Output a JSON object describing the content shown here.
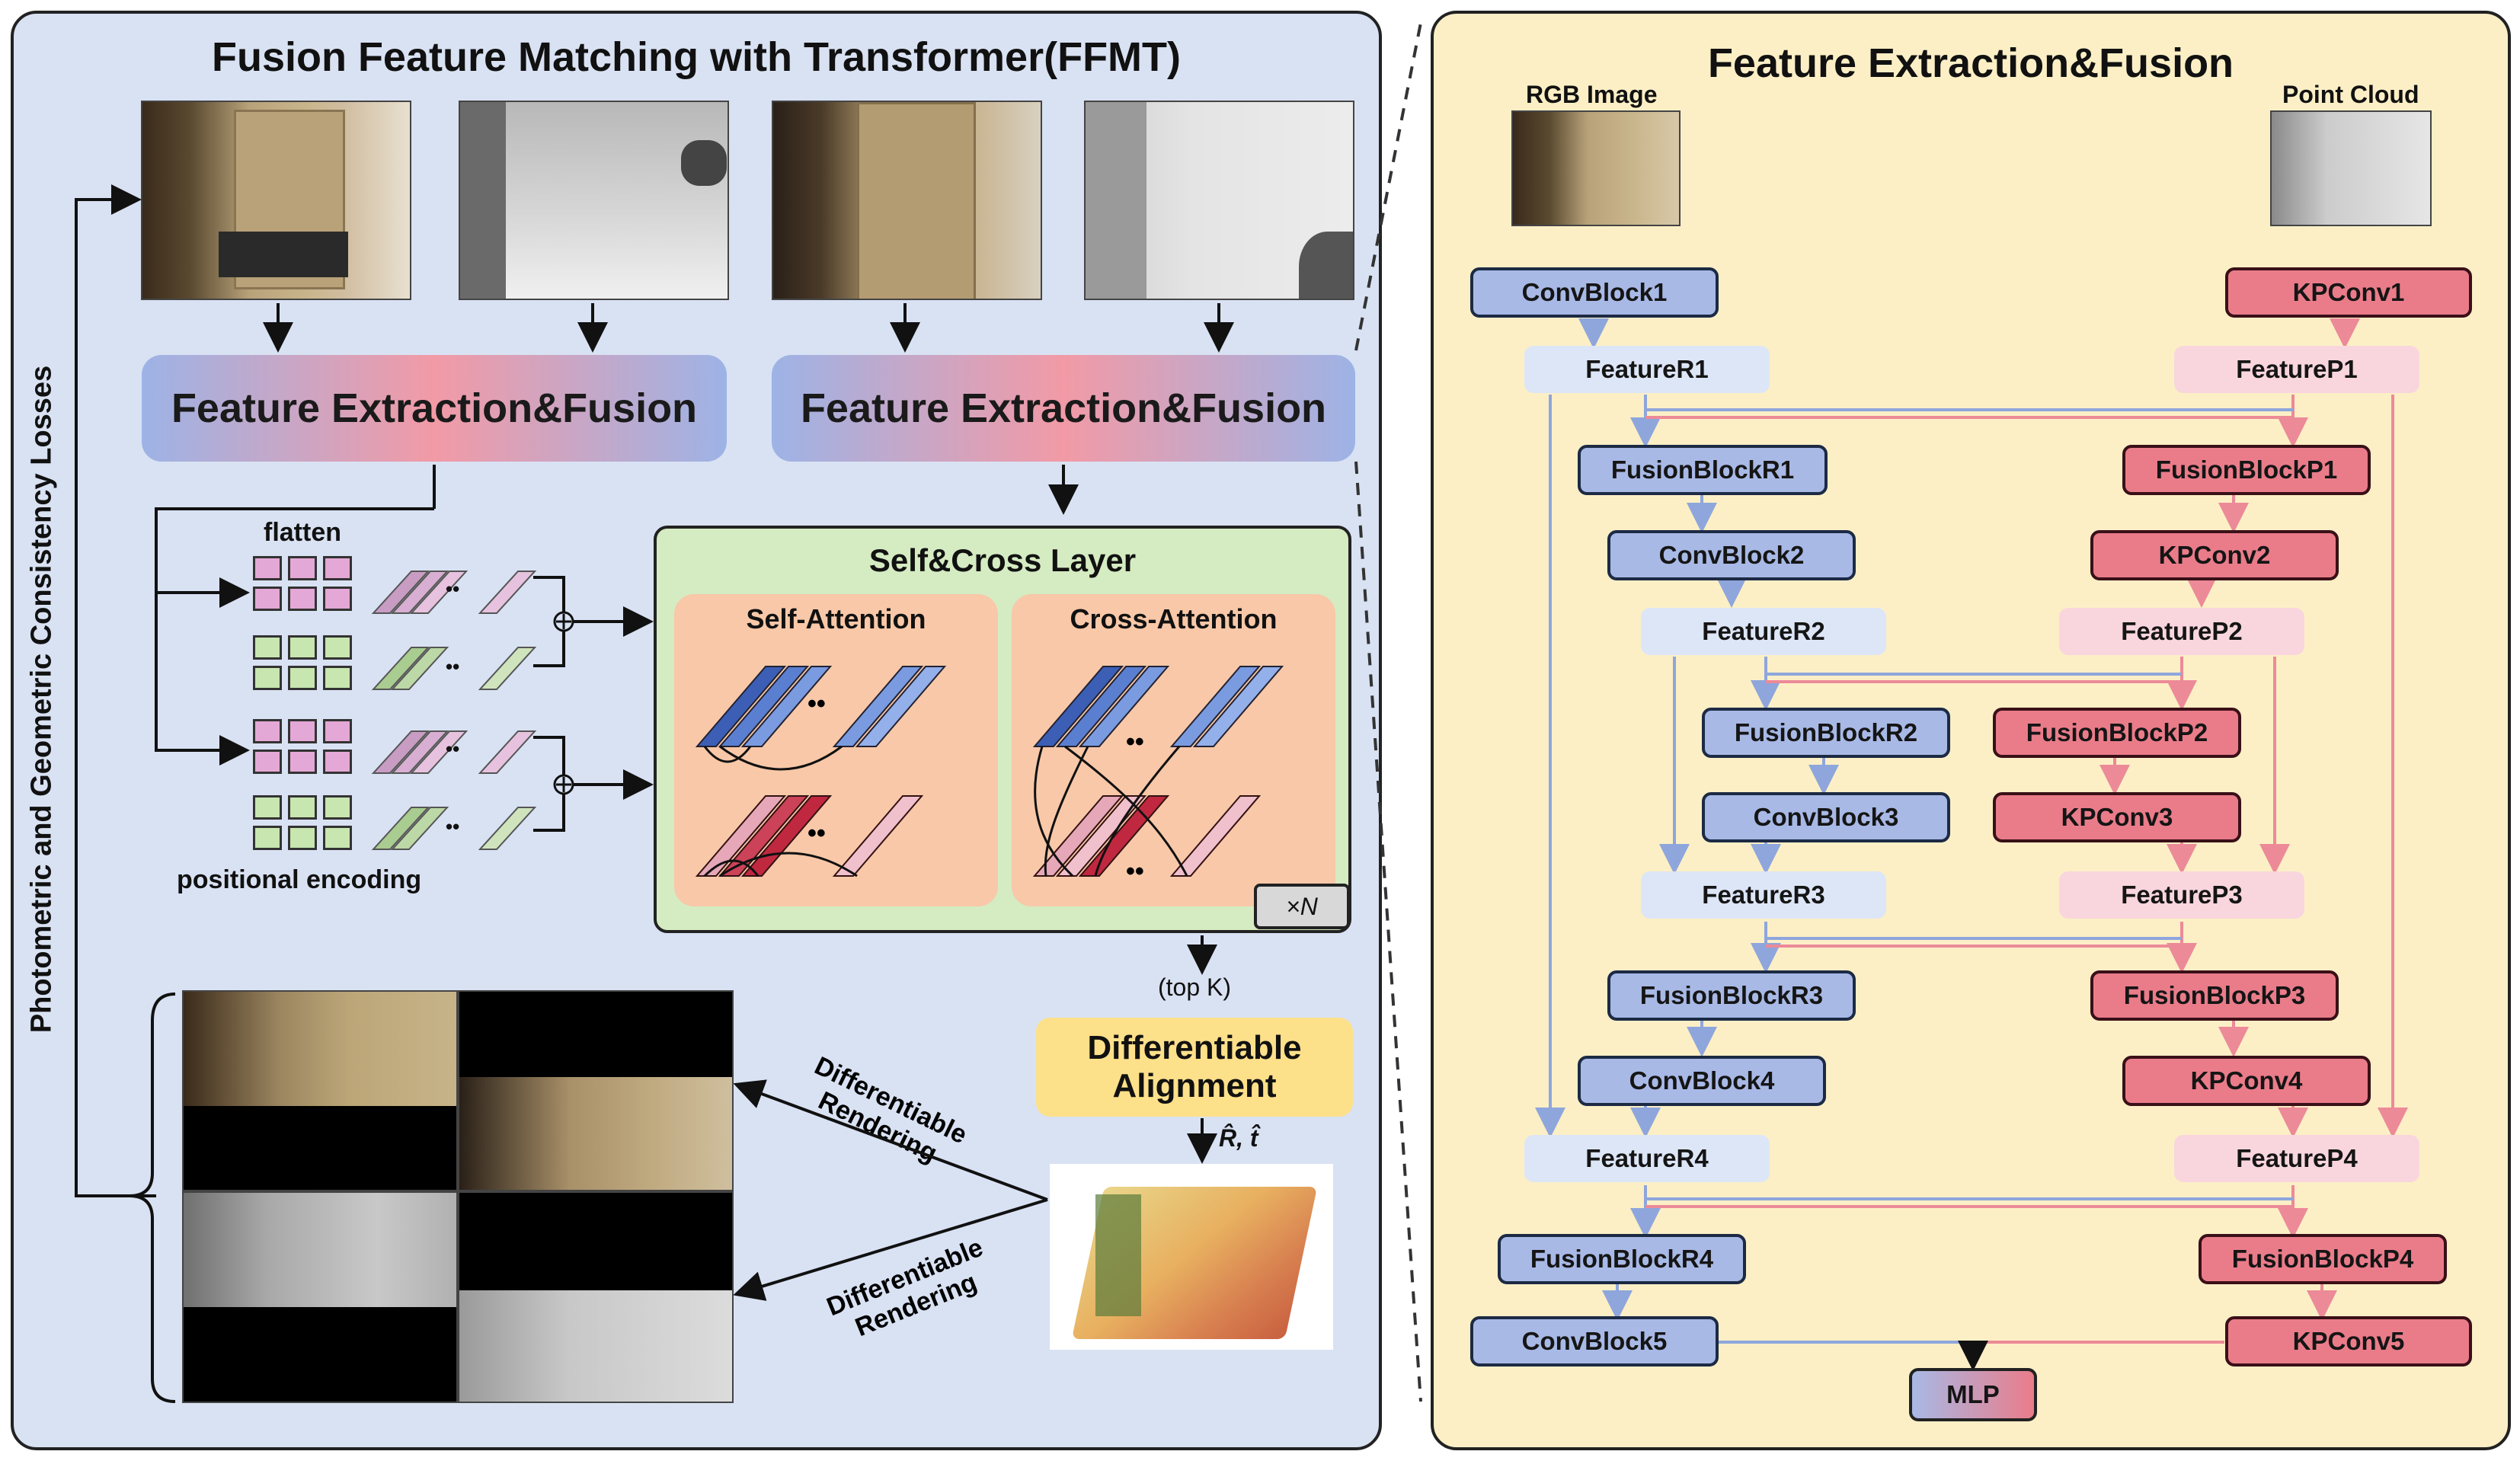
{
  "left_panel": {
    "title": "Fusion Feature Matching with Transformer(FFMT)",
    "side_label": "Photometric and Geometric Consistency Losses",
    "feature_box_1": "Feature Extraction&Fusion",
    "feature_box_2": "Feature Extraction&Fusion",
    "flatten_label": "flatten",
    "positional_label": "positional encoding",
    "ellipsis": "••",
    "self_cross": {
      "title": "Self&Cross Layer",
      "self_attention": "Self-Attention",
      "cross_attention": "Cross-Attention",
      "repeat": "×N"
    },
    "top_k": "(top K)",
    "alignment": {
      "line1": "Differentiable",
      "line2": "Alignment"
    },
    "rt_label": "R̂, t̂",
    "render_1": {
      "line1": "Differentiable",
      "line2": "Rendering"
    },
    "render_2": {
      "line1": "Differentiable",
      "line2": "Rendering"
    }
  },
  "right_panel": {
    "title": "Feature Extraction&Fusion",
    "rgb_label": "RGB Image",
    "pc_label": "Point Cloud",
    "nodes": {
      "convblock1": "ConvBlock1",
      "kpconv1": "KPConv1",
      "featureR1": "FeatureR1",
      "featureP1": "FeatureP1",
      "fusionR1": "FusionBlockR1",
      "fusionP1": "FusionBlockP1",
      "convblock2": "ConvBlock2",
      "kpconv2": "KPConv2",
      "featureR2": "FeatureR2",
      "featureP2": "FeatureP2",
      "fusionR2": "FusionBlockR2",
      "fusionP2": "FusionBlockP2",
      "convblock3": "ConvBlock3",
      "kpconv3": "KPConv3",
      "featureR3": "FeatureR3",
      "featureP3": "FeatureP3",
      "fusionR3": "FusionBlockR3",
      "fusionP3": "FusionBlockP3",
      "convblock4": "ConvBlock4",
      "kpconv4": "KPConv4",
      "featureR4": "FeatureR4",
      "featureP4": "FeatureP4",
      "fusionR4": "FusionBlockR4",
      "fusionP4": "FusionBlockP4",
      "convblock5": "ConvBlock5",
      "kpconv5": "KPConv5",
      "mlp": "MLP"
    }
  },
  "colors": {
    "left_bg": "#d9e2f3",
    "right_bg": "#fcefc6",
    "blue_node": "#a8b9e6",
    "red_node": "#ea7c8a",
    "blue_line": "#8ea6dc",
    "red_line": "#ec8a98",
    "self_cross_bg": "#d5ebc2",
    "alignment_bg": "#fde08a"
  }
}
